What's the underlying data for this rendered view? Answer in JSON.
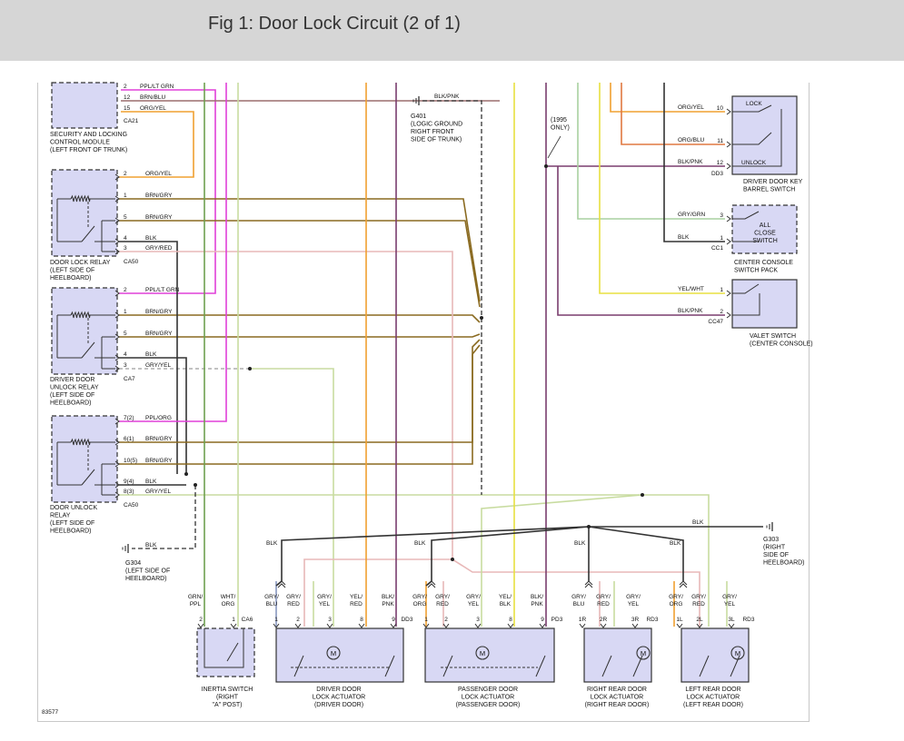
{
  "header": {
    "title": "Fig 1: Door Lock Circuit (2 of 1)"
  },
  "diagram_id": "83577",
  "components": {
    "security_module": {
      "lines": [
        "SECURITY AND LOCKING",
        "CONTROL MODULE",
        "(LEFT FRONT OF TRUNK)"
      ],
      "connector": "CA21"
    },
    "door_lock_relay": {
      "lines": [
        "DOOR LOCK RELAY",
        "(LEFT SIDE OF",
        "HEELBOARD)"
      ],
      "connector": "CA50"
    },
    "driver_unlock_relay": {
      "lines": [
        "DRIVER DOOR",
        "UNLOCK RELAY",
        "(LEFT SIDE OF",
        "HEELBOARD)"
      ],
      "connector": "CA7"
    },
    "door_unlock_relay": {
      "lines": [
        "DOOR UNLOCK",
        "RELAY",
        "(LEFT SIDE OF",
        "HEELBOARD)"
      ],
      "connector": "CA50"
    },
    "g401": {
      "lines": [
        "G401",
        "(LOGIC GROUND",
        "RIGHT FRONT",
        "SIDE OF TRUNK)"
      ],
      "wire": "BLK/PNK"
    },
    "note_1995": {
      "lines": [
        "(1995",
        "ONLY)"
      ]
    },
    "key_barrel_switch": {
      "lines": [
        "DRIVER DOOR KEY",
        "BARREL SWITCH"
      ],
      "lock": "LOCK",
      "unlock": "UNLOCK",
      "connector": "DD3"
    },
    "all_close_switch": {
      "lines": [
        "ALL",
        "CLOSE",
        "SWITCH"
      ],
      "caption": [
        "CENTER CONSOLE",
        "SWITCH PACK"
      ],
      "connector": "CC1"
    },
    "valet_switch": {
      "lines": [
        "VALET SWITCH",
        "(CENTER CONSOLE)"
      ],
      "connector": "CC47"
    },
    "g303": {
      "lines": [
        "G303",
        "(RIGHT",
        "SIDE OF",
        "HEELBOARD)"
      ],
      "wire": "BLK"
    },
    "g304": {
      "lines": [
        "G304",
        "(LEFT SIDE OF",
        "HEELBOARD)"
      ],
      "wire": "BLK"
    },
    "inertia_switch": {
      "lines": [
        "INERTIA SWITCH",
        "(RIGHT",
        "\"A\" POST)"
      ],
      "connector": "CA6"
    },
    "driver_actuator": {
      "lines": [
        "DRIVER DOOR",
        "LOCK ACTUATOR",
        "(DRIVER DOOR)"
      ],
      "connector": "DD3"
    },
    "passenger_actuator": {
      "lines": [
        "PASSENGER DOOR",
        "LOCK ACTUATOR",
        "(PASSENGER DOOR)"
      ],
      "connector": "PD3"
    },
    "right_rear_actuator": {
      "lines": [
        "RIGHT REAR DOOR",
        "LOCK ACTUATOR",
        "(RIGHT REAR DOOR)"
      ],
      "connector": "RD3"
    },
    "left_rear_actuator": {
      "lines": [
        "LEFT REAR DOOR",
        "LOCK ACTUATOR",
        "(LEFT REAR DOOR)"
      ],
      "connector": "RD3"
    }
  },
  "left_pins": {
    "ca21": [
      {
        "pin": "2",
        "wire": "PPL/LT GRN"
      },
      {
        "pin": "12",
        "wire": "BRN/BLU"
      },
      {
        "pin": "15",
        "wire": "ORG/YEL"
      }
    ],
    "lock_relay": [
      {
        "pin": "2",
        "wire": "ORG/YEL"
      },
      {
        "pin": "1",
        "wire": "BRN/GRY"
      },
      {
        "pin": "5",
        "wire": "BRN/GRY"
      },
      {
        "pin": "4",
        "wire": "BLK"
      },
      {
        "pin": "3",
        "wire": "GRY/RED"
      }
    ],
    "driver_relay": [
      {
        "pin": "2",
        "wire": "PPL/LT GRN"
      },
      {
        "pin": "1",
        "wire": "BRN/GRY"
      },
      {
        "pin": "5",
        "wire": "BRN/GRY"
      },
      {
        "pin": "4",
        "wire": "BLK"
      },
      {
        "pin": "3",
        "wire": "GRY/YEL"
      }
    ],
    "unlock_relay": [
      {
        "pin": "7(2)",
        "wire": "PPL/ORG"
      },
      {
        "pin": "6(1)",
        "wire": "BRN/GRY"
      },
      {
        "pin": "10(5)",
        "wire": "BRN/GRY"
      },
      {
        "pin": "9(4)",
        "wire": "BLK"
      },
      {
        "pin": "8(3)",
        "wire": "GRY/YEL"
      }
    ]
  },
  "right_pins": {
    "key_barrel": [
      {
        "pin": "10",
        "wire": "ORG/YEL"
      },
      {
        "pin": "11",
        "wire": "ORG/BLU"
      },
      {
        "pin": "12",
        "wire": "BLK/PNK"
      }
    ],
    "all_close": [
      {
        "pin": "3",
        "wire": "GRY/GRN"
      },
      {
        "pin": "1",
        "wire": "BLK"
      }
    ],
    "valet": [
      {
        "pin": "1",
        "wire": "YEL/WHT"
      },
      {
        "pin": "2",
        "wire": "BLK/PNK"
      }
    ]
  },
  "bus_labels": [
    "BLK",
    "BLK",
    "BLK",
    "BLK",
    "BLK"
  ],
  "bottom_wires": [
    {
      "wire": "GRN/\nPPL",
      "pin": "2"
    },
    {
      "wire": "WHT/\nORG",
      "pin": "1"
    },
    {
      "wire": "GRY/\nBLU",
      "pin": "1"
    },
    {
      "wire": "GRY/\nRED",
      "pin": "2"
    },
    {
      "wire": "GRY/\nYEL",
      "pin": "3"
    },
    {
      "wire": "YEL/\nRED",
      "pin": "8"
    },
    {
      "wire": "BLK/\nPNK",
      "pin": "9"
    },
    {
      "wire": "GRY/\nORG",
      "pin": "1"
    },
    {
      "wire": "GRY/\nRED",
      "pin": "2"
    },
    {
      "wire": "GRY/\nYEL",
      "pin": "3"
    },
    {
      "wire": "YEL/\nBLK",
      "pin": "8"
    },
    {
      "wire": "BLK/\nPNK",
      "pin": "9"
    },
    {
      "wire": "GRY/\nBLU",
      "pin": "1R"
    },
    {
      "wire": "GRY/\nRED",
      "pin": "2R"
    },
    {
      "wire": "GRY/\nYEL",
      "pin": "3R"
    },
    {
      "wire": "GRY/\nORG",
      "pin": "1L"
    },
    {
      "wire": "GRY/\nRED",
      "pin": "2L"
    },
    {
      "wire": "GRY/\nYEL",
      "pin": "3L"
    }
  ],
  "colors": {
    "magenta": "#e040d8",
    "orange": "#f0a030",
    "brown": "#8a6a20",
    "pink": "#e8b8b8",
    "lightgreen": "#c8dca0",
    "yellow": "#e8e040",
    "olive": "#a8b060",
    "grygrn": "#a8d0a0",
    "orgblu": "#e07840",
    "black": "#333333",
    "component_fill": "#d8d8f4"
  }
}
